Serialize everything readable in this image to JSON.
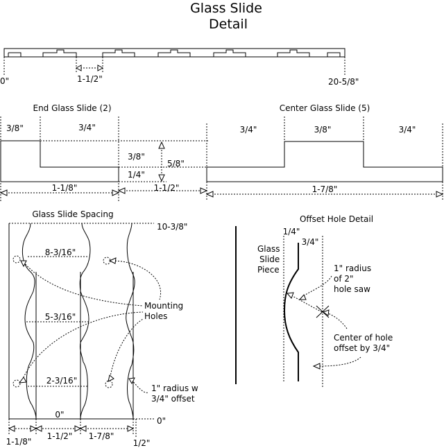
{
  "title_line1": "Glass Slide",
  "title_line2": "Detail",
  "top_view": {
    "start_label": "0\"",
    "end_label": "20-5/8\"",
    "spacing_label": "1-1/2\""
  },
  "end_slide": {
    "heading": "End Glass Slide (2)",
    "dim_left": "3/8\"",
    "dim_right": "3/4\"",
    "dim_step": "3/8\"",
    "dim_bottom": "1/4\"",
    "dim_height": "5/8\"",
    "dim_total": "1-1/8\"",
    "dim_gap": "1-1/2\""
  },
  "center_slide": {
    "heading": "Center Glass Slide (5)",
    "dim_left": "3/4\"",
    "dim_mid": "3/8\"",
    "dim_right": "3/4\"",
    "dim_total": "1-7/8\""
  },
  "spacing": {
    "heading": "Glass Slide Spacing",
    "top_dim": "10-3/8\"",
    "dim_1": "8-3/16\"",
    "dim_2": "5-3/16\"",
    "dim_3": "2-3/16\"",
    "zero_label": "0\"",
    "right_zero": "0\"",
    "mounting_label_1": "Mounting",
    "mounting_label_2": "Holes",
    "radius_label_1": "1\" radius w",
    "radius_label_2": "3/4\" offset",
    "bottom_1": "1-1/8\"",
    "bottom_2": "1-1/2\"",
    "bottom_3": "1-7/8\"",
    "bottom_4": "1/2\""
  },
  "offset": {
    "heading": "Offset Hole Detail",
    "dim_a": "1/4\"",
    "dim_b": "3/4\"",
    "piece_1": "Glass",
    "piece_2": "Slide",
    "piece_3": "Piece",
    "saw_1": "1\" radius",
    "saw_2": "of 2\"",
    "saw_3": "hole saw",
    "center_1": "Center of hole",
    "center_2": "offset by 3/4\""
  }
}
